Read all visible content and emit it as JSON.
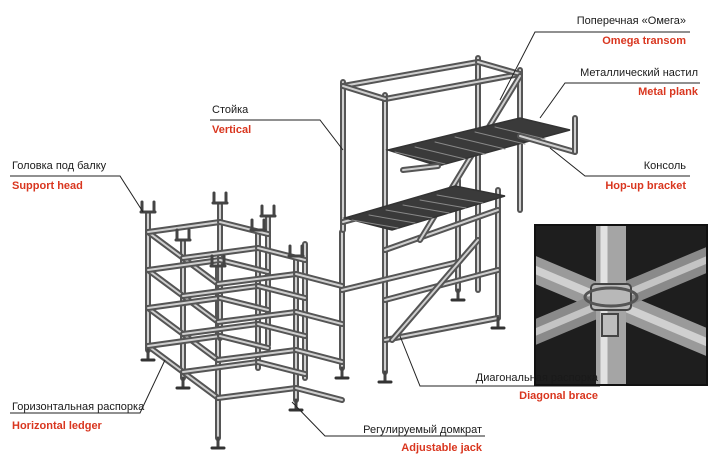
{
  "callouts": [
    {
      "id": "omega",
      "ru": "Поперечная «Омега»",
      "en": "Omega transom"
    },
    {
      "id": "plank",
      "ru": "Металлический настил",
      "en": "Metal plank"
    },
    {
      "id": "vertical",
      "ru": "Стойка",
      "en": "Vertical"
    },
    {
      "id": "support",
      "ru": "Головка под балку",
      "en": "Support head"
    },
    {
      "id": "console",
      "ru": "Консоль",
      "en": "Hop-up bracket"
    },
    {
      "id": "brace",
      "ru": "Диагональная распорка",
      "en": "Diagonal brace"
    },
    {
      "id": "ledger",
      "ru": "Горизонтальная распорка",
      "en": "Horizontal ledger"
    },
    {
      "id": "jack",
      "ru": "Регулируемый домкрат",
      "en": "Adjustable jack"
    }
  ],
  "colors": {
    "accent": "#d9361f",
    "text": "#1a1a1a",
    "steel": "#6f6f6f"
  }
}
